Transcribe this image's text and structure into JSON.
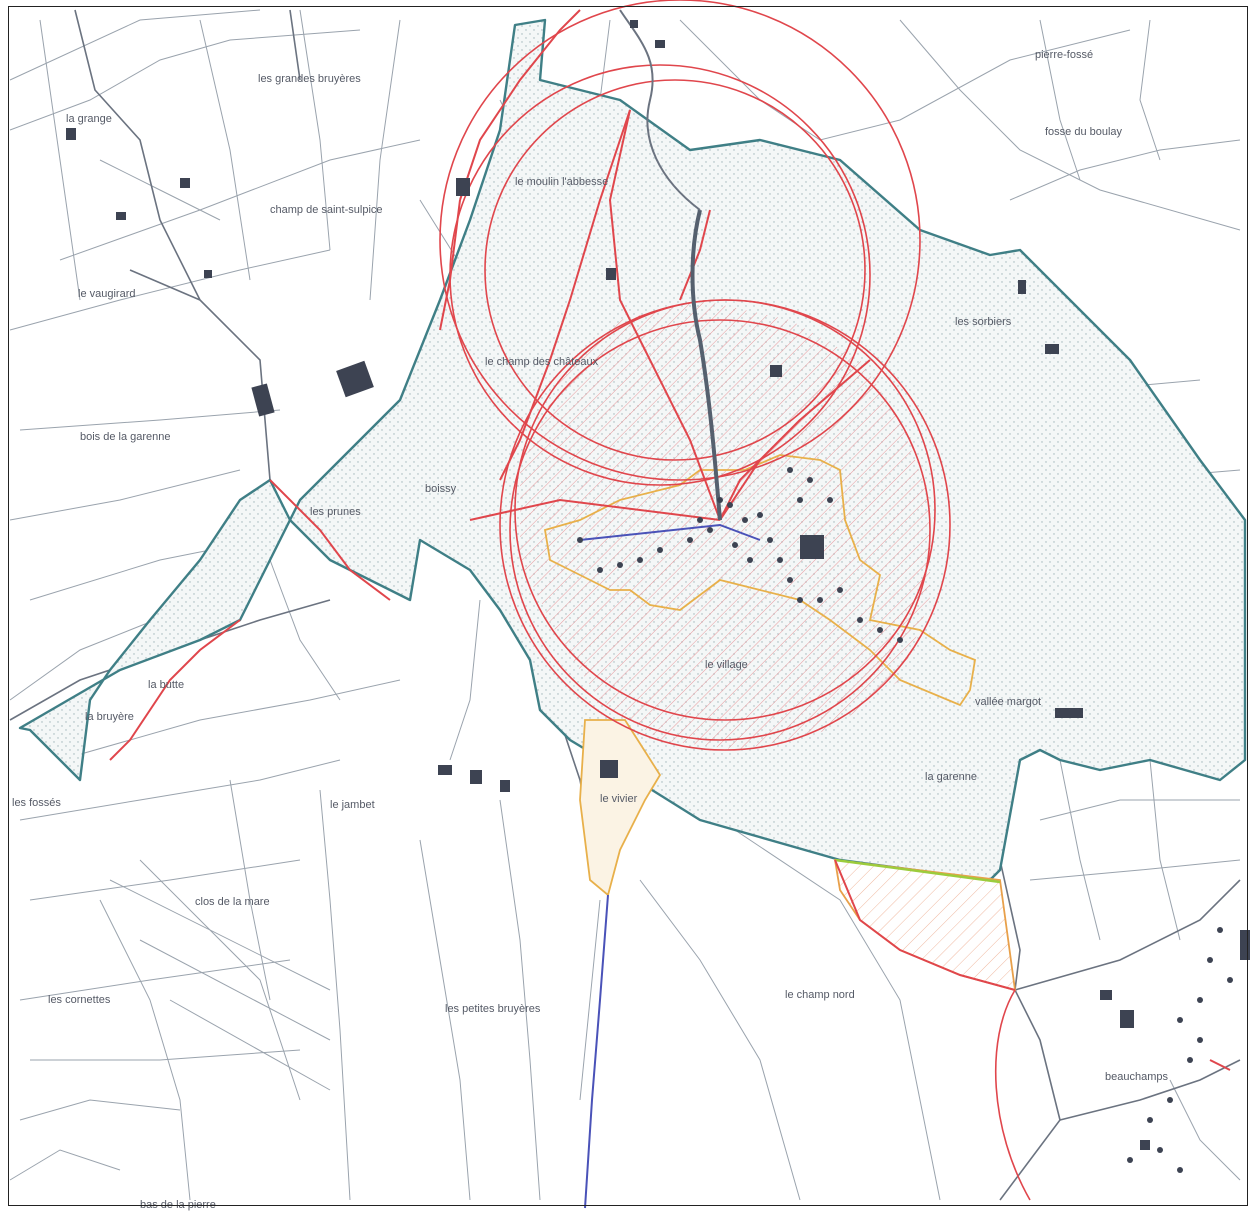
{
  "map": {
    "colors": {
      "perimeter": "#3f7f86",
      "radius_circles": "#e0464c",
      "red_route": "#e0464c",
      "orange_outline": "#e8b04a",
      "green_outline": "#9ccc3c",
      "blue_road": "#4a52b8",
      "buildings": "#3d4352",
      "parcel_lines": "#9aa3ad"
    },
    "labels": {
      "grandes_bruyeres": "les grandes bruyères",
      "champ_saint_sulpice": "champ de saint-sulpice",
      "pierre_fosse": "pierre-fossé",
      "boulay": "fosse du boulay",
      "vaugirard": "le vaugirard",
      "moulin_laboisse": "le moulin l'abbesse",
      "bois_garenne": "bois de la garenne",
      "champ_chateaux": "le champ des châteaux",
      "les_sorbiers": "les sorbiers",
      "le_village": "le village",
      "vallee_margot": "vallée margot",
      "les_prunes": "les prunes",
      "la_garenne": "la garenne",
      "le_jambet": "le jambet",
      "clos_de_la_mare": "clos de la mare",
      "les_cornettes": "les cornettes",
      "les_petites_bruyeres": "les petites bruyères",
      "le_champ_nord": "le champ nord",
      "beauchamps": "beauchamps",
      "boissy": "boissy",
      "la_butte": "la butte",
      "la_bruyere": "la bruyère",
      "les_fosses": "les fossés",
      "le_vivier": "le vivier",
      "bas_pierre": "bas de la pierre",
      "la_grange": "la grange"
    }
  }
}
